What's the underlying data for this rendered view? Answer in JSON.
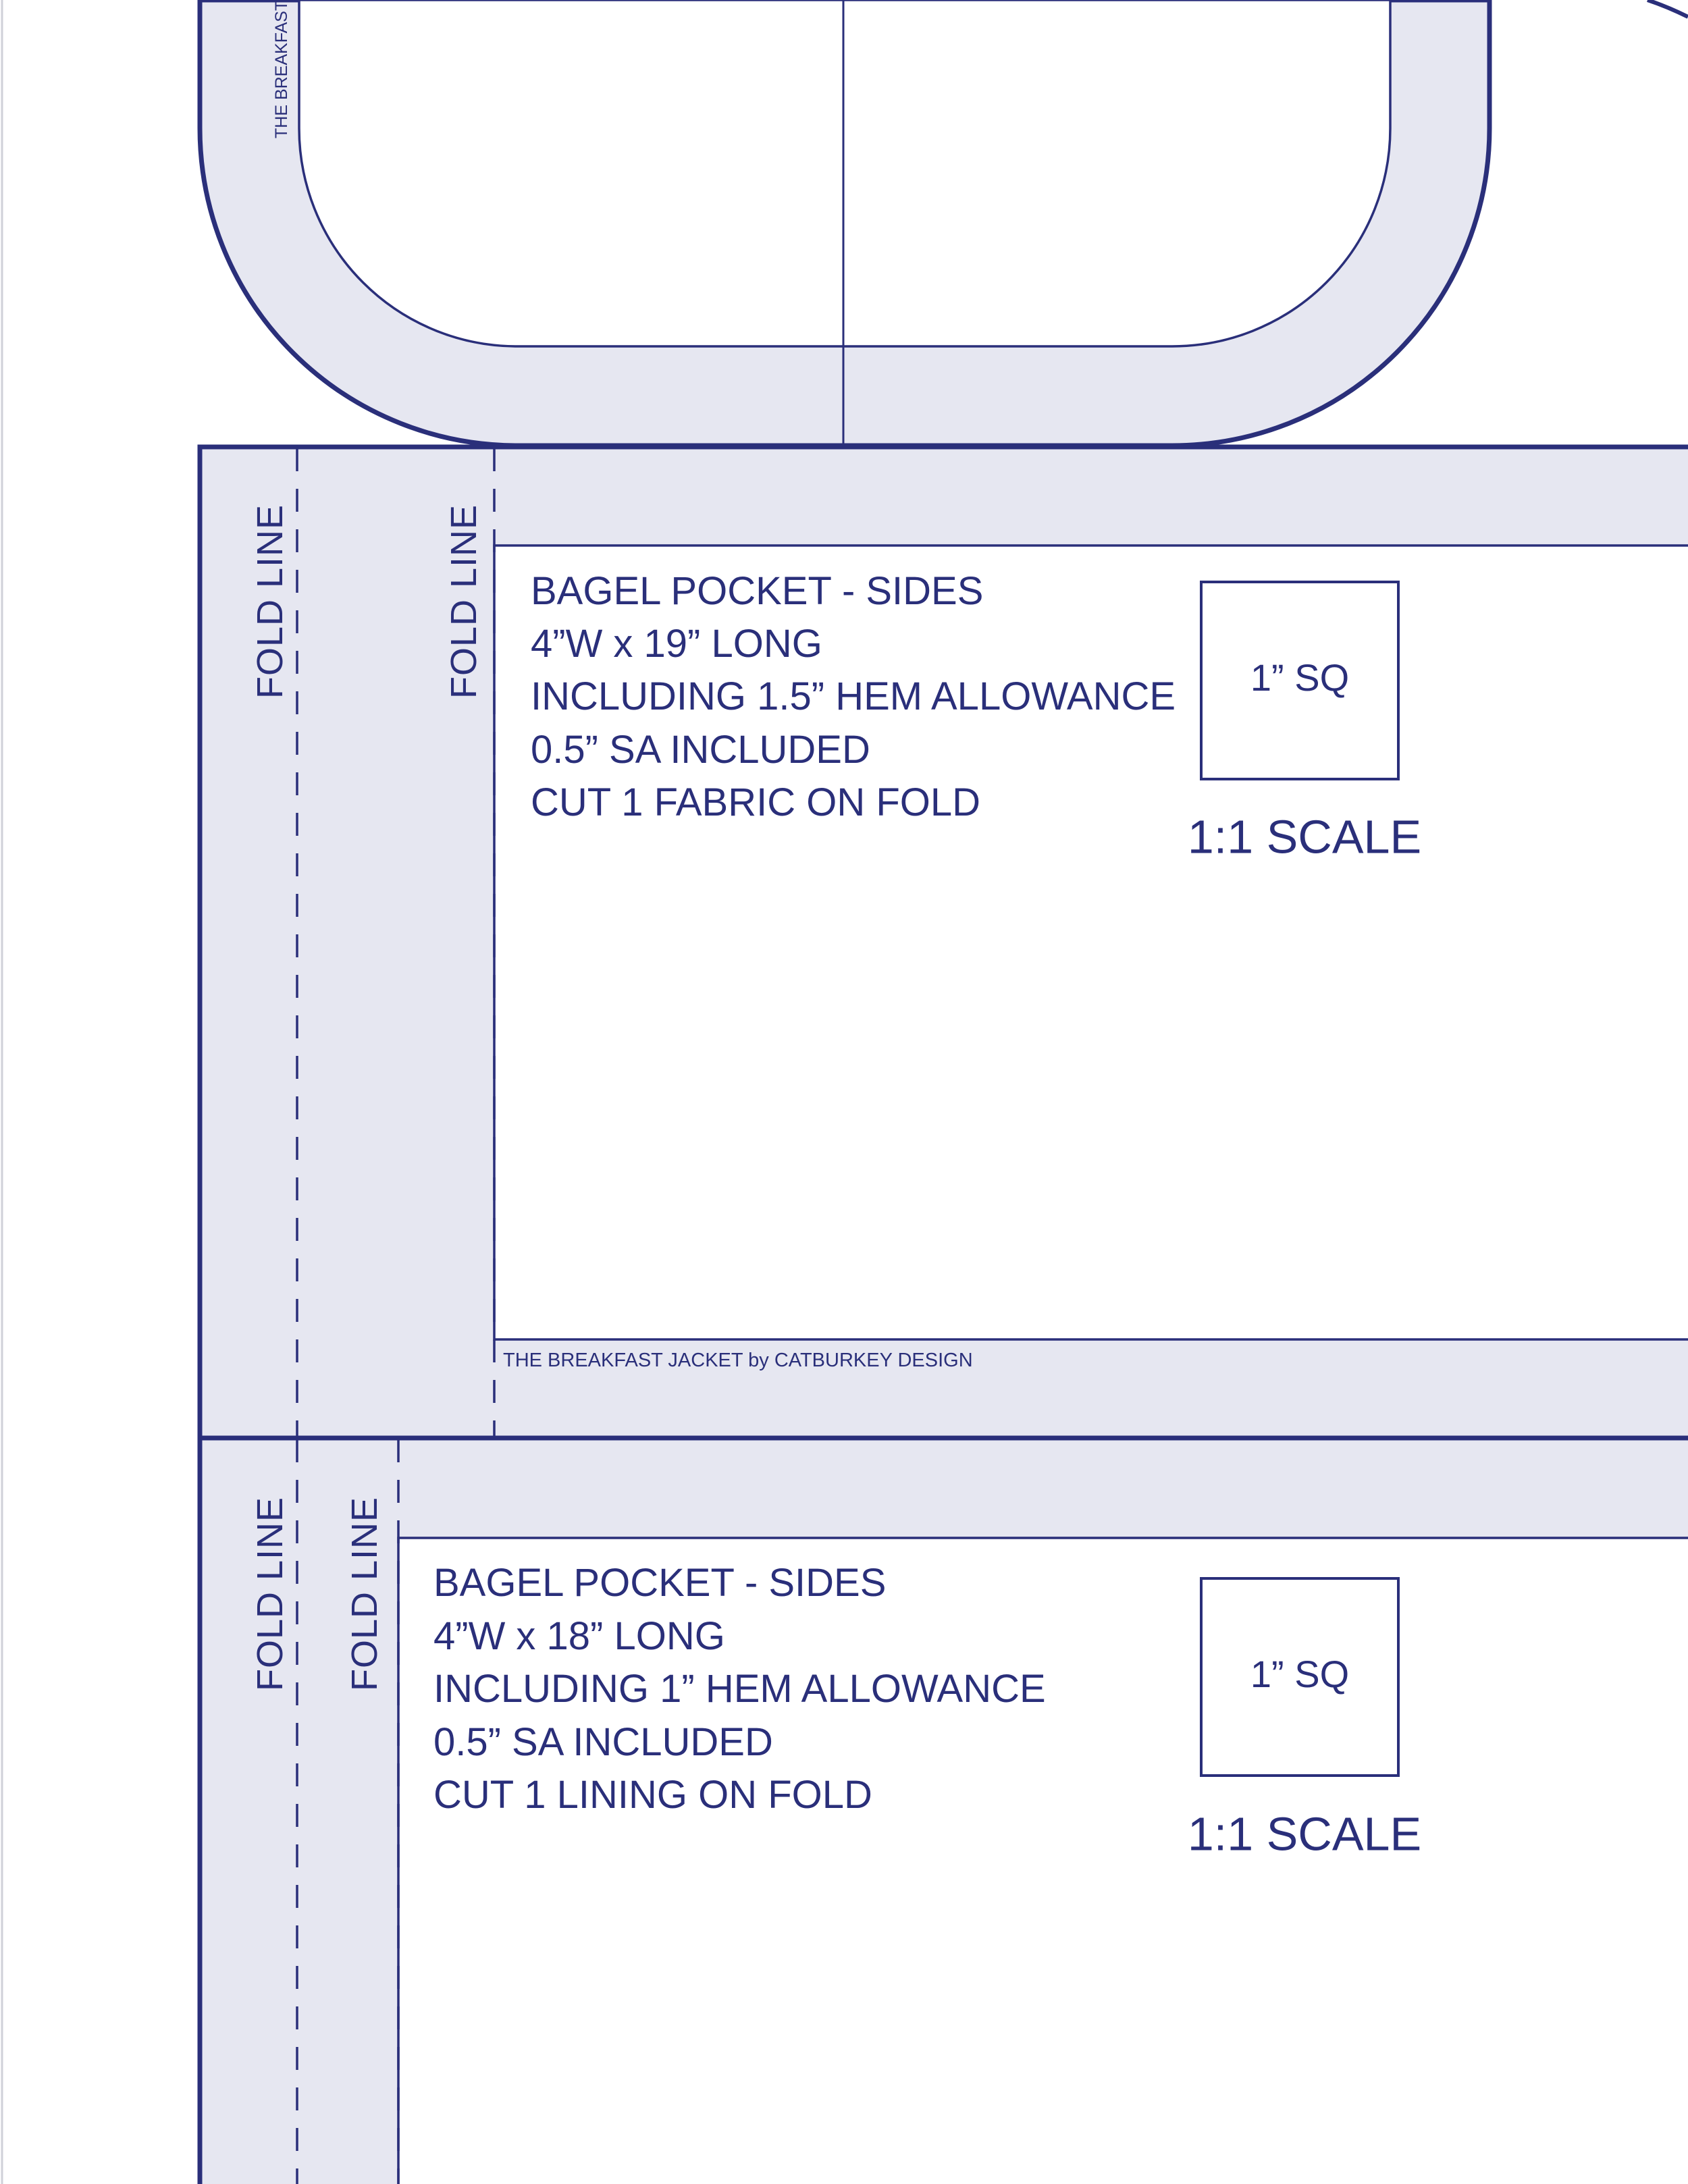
{
  "brand_top": "THE BREAKFAST JACKET by CATBURKEY DESIGN",
  "colors": {
    "stroke": "#2a2f7a",
    "seam_fill": "#e6e7f1",
    "paper": "#ffffff"
  },
  "pieces": [
    {
      "fold_labels": [
        "FOLD LINE",
        "FOLD LINE"
      ],
      "lines": [
        "BAGEL POCKET - SIDES",
        "4”W x 19” LONG",
        "INCLUDING 1.5” HEM ALLOWANCE",
        "0.5” SA INCLUDED",
        "CUT 1 FABRIC ON FOLD"
      ],
      "square_label": "1” SQ",
      "scale_label": "1:1 SCALE",
      "brand": "THE BREAKFAST JACKET by CATBURKEY DESIGN"
    },
    {
      "fold_labels": [
        "FOLD LINE",
        "FOLD LINE"
      ],
      "lines": [
        "BAGEL POCKET - SIDES",
        "4”W x 18” LONG",
        "INCLUDING 1” HEM ALLOWANCE",
        "0.5” SA INCLUDED",
        "CUT 1 LINING ON FOLD"
      ],
      "square_label": "1” SQ",
      "scale_label": "1:1 SCALE"
    }
  ]
}
